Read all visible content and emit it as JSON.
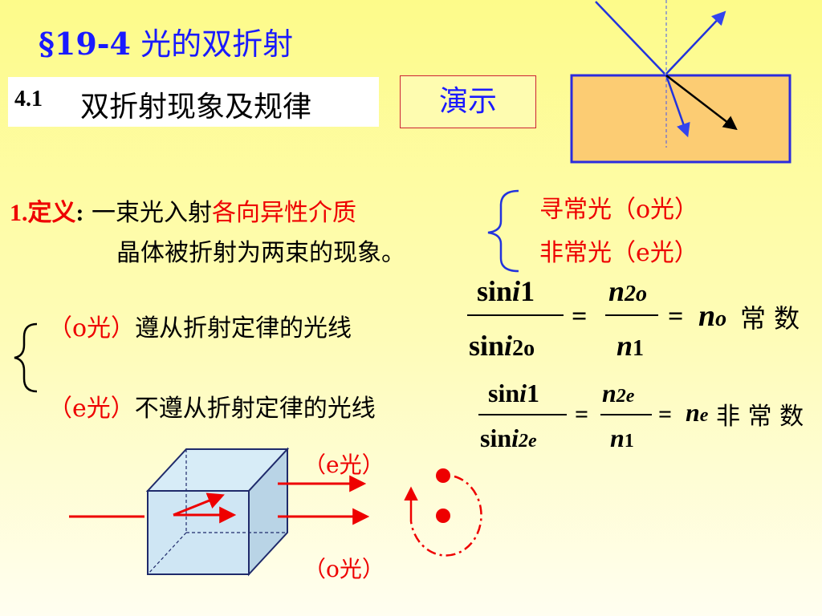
{
  "title": {
    "section": "§19-4",
    "text": "光的双折射"
  },
  "subtitle": {
    "number": "4.1",
    "text": "双折射现象及规律"
  },
  "demo_button": "演示",
  "definition": {
    "label": "1.定义",
    "colon": ":",
    "line1_prefix": " 一束光入射",
    "line1_highlight": "各向异性介质",
    "line2": "晶体被折射为两束的现象。"
  },
  "brace_labels": {
    "o": "寻常光（o光）",
    "e": "非常光（e光）"
  },
  "laws": {
    "o": {
      "tag": "（o光）",
      "text": "遵从折射定律的光线"
    },
    "e": {
      "tag": "（e光）",
      "text": "不遵从折射定律的光线"
    }
  },
  "formula_o": {
    "num_left": "sin",
    "num_left_i": "i",
    "num_left_sub": "1",
    "den_left": "sin",
    "den_left_i": "i",
    "den_left_sub": "2o",
    "num_right_n": "n",
    "num_right_sub": "2o",
    "den_right_n": "n",
    "den_right_sub": "1",
    "eq": "=",
    "result_n": "n",
    "result_sub": "o",
    "result_text": "常 数"
  },
  "formula_e": {
    "num_left": "sin",
    "num_left_i": "i",
    "num_left_sub": "1",
    "den_left": "sin",
    "den_left_i": "i",
    "den_left_sub": "2e",
    "num_right_n": "n",
    "num_right_sub": "2e",
    "den_right_n": "n",
    "den_right_sub": "1",
    "eq": "=",
    "result_n": "n",
    "result_sub": "e",
    "result_text": "非 常 数"
  },
  "crystal_labels": {
    "e": "（e光）",
    "o": "（o光）"
  },
  "colors": {
    "title_blue": "#1a1aff",
    "highlight_red": "#e00000",
    "crystal_orange": "#fccc73",
    "crystal_border": "#2b2bdd"
  }
}
